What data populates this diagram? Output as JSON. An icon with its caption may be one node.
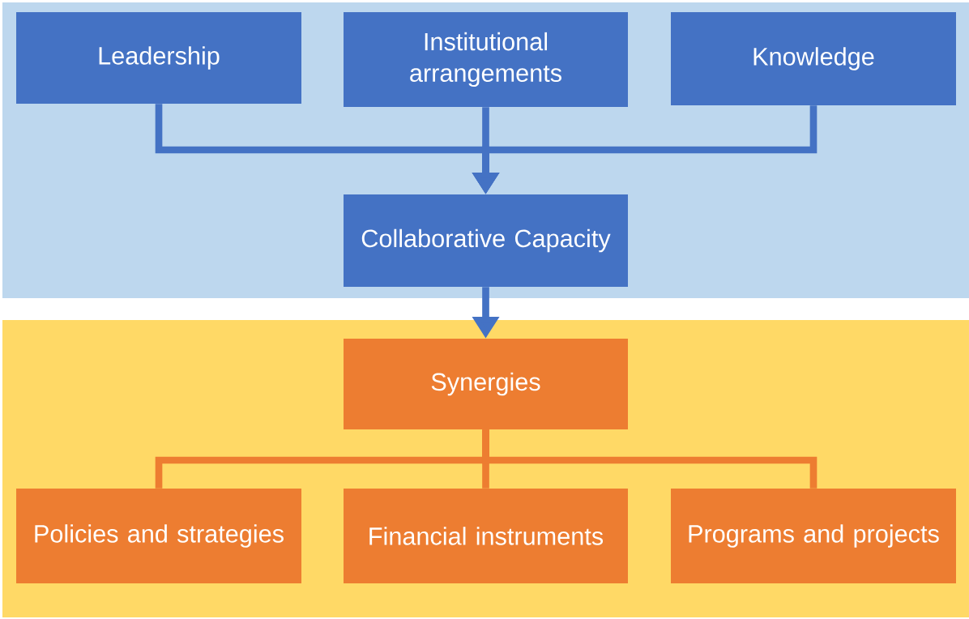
{
  "diagram": {
    "nodes": [
      {
        "text": [],
        "shape": "band"
      },
      {
        "text": [
          "Leadership"
        ],
        "in": 0
      },
      {
        "text": [
          "Institutional arrangements"
        ],
        "in": 0
      },
      {
        "text": [
          "Knowledge"
        ],
        "in": 0
      },
      {
        "text": [
          "Collaborative Capacity"
        ],
        "in": 0
      },
      {
        "text": [],
        "shape": "band"
      },
      {
        "text": [
          "Synergies"
        ],
        "in": 5
      },
      {
        "text": [
          "Policies and strategies"
        ],
        "in": 5
      },
      {
        "text": [
          "Financial instruments"
        ],
        "in": 5
      },
      {
        "text": [
          "Programs and projects"
        ],
        "in": 5
      }
    ],
    "edges": [
      {
        "from": 1,
        "to": 4,
        "arrow": "to"
      },
      {
        "from": 2,
        "to": 4,
        "arrow": "to"
      },
      {
        "from": 3,
        "to": 4,
        "arrow": "to"
      },
      {
        "from": 4,
        "to": 6,
        "arrow": "to"
      },
      {
        "from": 6,
        "to": 7,
        "arrow": "none",
        "color": "#ed7d31"
      },
      {
        "from": 6,
        "to": 8,
        "arrow": "none",
        "color": "#ed7d31"
      },
      {
        "from": 6,
        "to": 9,
        "arrow": "none",
        "color": "#ed7d31"
      }
    ]
  }
}
